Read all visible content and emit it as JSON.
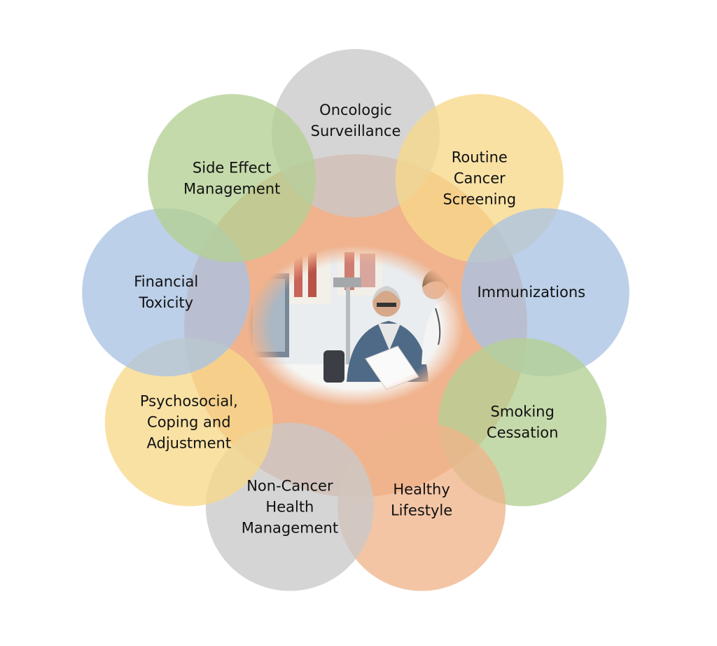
{
  "center": {
    "image_description": "photo"
  },
  "petals": [
    {
      "id": "oncologic-surveillance",
      "lines": [
        "Oncologic",
        "Surveillance"
      ],
      "color": "#c9c9c9"
    },
    {
      "id": "routine-cancer-screening",
      "lines": [
        "Routine",
        "Cancer",
        "Screening"
      ],
      "color": "#f7d98a"
    },
    {
      "id": "immunizations",
      "lines": [
        "Immunizations"
      ],
      "color": "#a9c3e3"
    },
    {
      "id": "smoking-cessation",
      "lines": [
        "Smoking",
        "Cessation"
      ],
      "color": "#b5cf94"
    },
    {
      "id": "healthy-lifestyle",
      "lines": [
        "Healthy",
        "Lifestyle"
      ],
      "color": "#f0b58c"
    },
    {
      "id": "non-cancer-health-management",
      "lines": [
        "Non-Cancer",
        "Health",
        "Management"
      ],
      "color": "#c9c9c9"
    },
    {
      "id": "psychosocial-coping-adjustment",
      "lines": [
        "Psychosocial,",
        "Coping and",
        "Adjustment"
      ],
      "color": "#f7d98a"
    },
    {
      "id": "financial-toxicity",
      "lines": [
        "Financial",
        "Toxicity"
      ],
      "color": "#a9c3e3"
    },
    {
      "id": "side-effect-management",
      "lines": [
        "Side Effect",
        "Management"
      ],
      "color": "#b5cf94"
    }
  ],
  "colors": {
    "center_fill": "#f0b38e"
  }
}
